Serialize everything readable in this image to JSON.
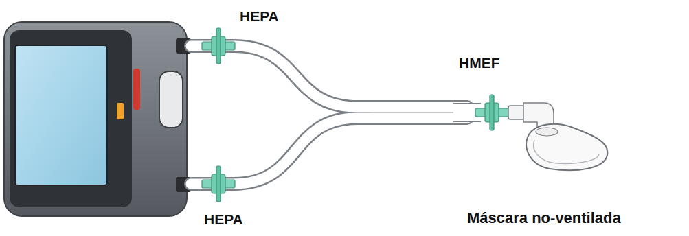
{
  "diagram": {
    "labels": [
      "HEPA",
      "HMEF",
      "HEPA",
      "Máscara no-ventilada"
    ]
  }
}
